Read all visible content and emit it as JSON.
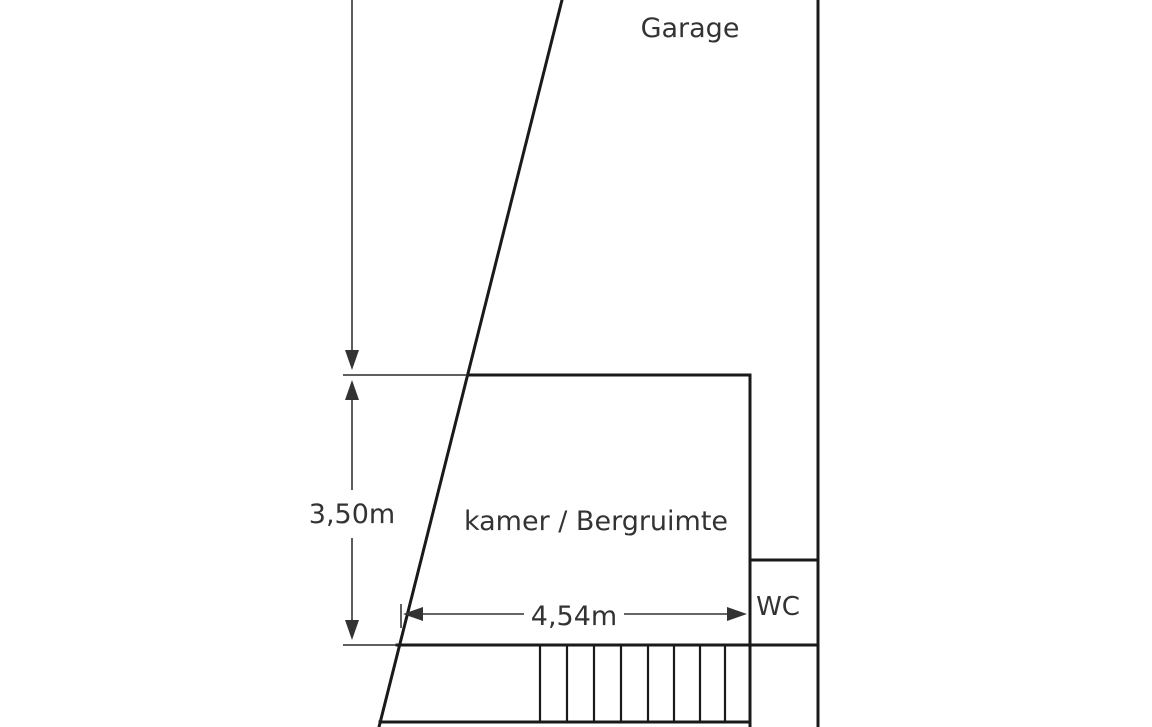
{
  "rooms": {
    "garage": "Garage",
    "kamer": "kamer / Bergruimte",
    "wc": "WC"
  },
  "dimensions": {
    "height": "3,50m",
    "width": "4,54m"
  },
  "colors": {
    "line": "#1a1a1a",
    "text": "#333333",
    "background": "#ffffff"
  }
}
